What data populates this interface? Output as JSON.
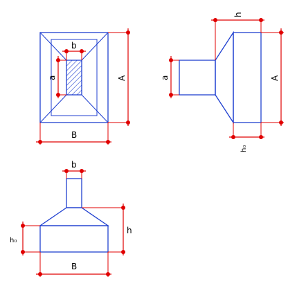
{
  "diagram": {
    "colors": {
      "outline": "#2040d0",
      "dimension": "#e00000",
      "text": "#000000",
      "background": "#ffffff"
    },
    "plan_view": {
      "label_b": "b",
      "label_a": "a",
      "label_A": "A",
      "label_B": "B"
    },
    "side_view_right": {
      "label_h": "h",
      "label_a": "a",
      "label_A": "A",
      "label_h0": "h₀"
    },
    "front_view_bottom": {
      "label_b": "b",
      "label_h": "h",
      "label_h0": "h₀",
      "label_B": "B"
    }
  }
}
